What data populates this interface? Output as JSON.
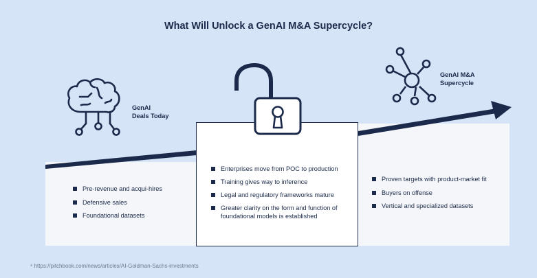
{
  "title": "What Will Unlock a GenAI M&A Supercycle?",
  "stages": {
    "today": {
      "label_line1": "GenAI",
      "label_line2": "Deals Today",
      "icon": "brain-circuit-icon",
      "items": [
        "Pre-revenue and acqui-hires",
        "Defensive sales",
        "Foundational datasets"
      ]
    },
    "unlock": {
      "icon": "open-padlock-icon",
      "items": [
        "Enterprises move from POC to production",
        "Training gives way to inference",
        "Legal and regulatory frameworks mature",
        "Greater clarity on the form and function of foundational models is established"
      ]
    },
    "supercycle": {
      "label_line1": "GenAI M&A",
      "label_line2": "Supercycle",
      "icon": "network-nodes-icon",
      "items": [
        "Proven targets with product-market fit",
        "Buyers on offense",
        "Vertical and specialized datasets"
      ]
    }
  },
  "footnote": "⁸ https://pitchbook.com/news/articles/AI-Goldman-Sachs-investments",
  "colors": {
    "background": "#d6e4f7",
    "navy": "#1b2a4a",
    "panel": "#f4f6f9"
  }
}
